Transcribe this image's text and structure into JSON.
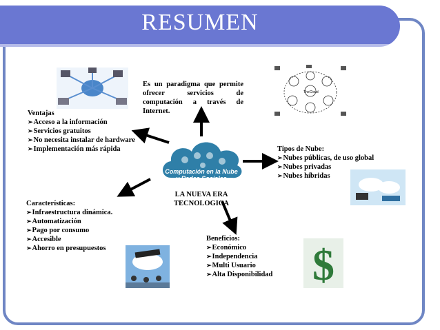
{
  "slide": {
    "title": "RESUMEN",
    "definition": "Es un paradigma que permite ofrecer servicios de computación a través de Internet.",
    "cloud": {
      "logo_line1": "Computación en la Nube",
      "logo_line2": "y Redes Sociales",
      "caption_line1": "LA NUEVA ERA",
      "caption_line2": "TECNOLOGICA"
    },
    "ventajas": {
      "heading": "Ventajas",
      "items": [
        "Acceso a la información",
        "Servicios gratuitos",
        "No necesita instalar de hardware",
        "Implementación más rápida"
      ]
    },
    "tipos": {
      "heading": "Tipos de Nube:",
      "items": [
        "Nubes públicas, de uso global",
        "Nubes privadas",
        "Nubes híbridas"
      ]
    },
    "caracteristicas": {
      "heading": "Características:",
      "items": [
        "Infraestructura dinámica.",
        "Automatización",
        "Pago por consumo",
        "Accesible",
        "Ahorro en  presupuestos"
      ]
    },
    "beneficios": {
      "heading": "Beneficios:",
      "items": [
        "Económico",
        "Independencia",
        "Multi Usuario",
        "Alta  Disponibilidad"
      ]
    },
    "diagram_labels": [
      "TheCloud"
    ],
    "colors": {
      "title_bar": "#6a77d2",
      "frame": "#6f86c4",
      "cloud": "#2f7fa8",
      "dollar": "#2f7a3a"
    }
  }
}
